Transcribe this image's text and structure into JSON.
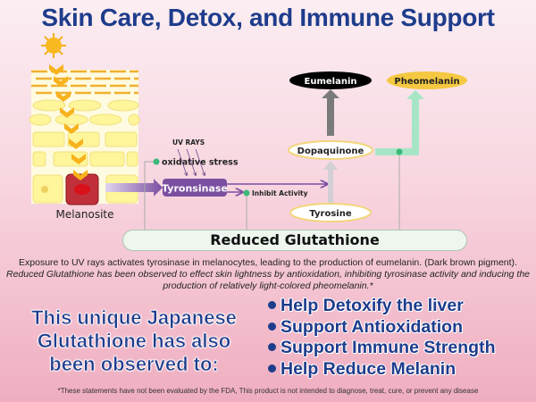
{
  "title": "Skin Care, Detox, and Immune Support",
  "diagram": {
    "melanosite": "Melanosite",
    "uv_rays": "UV RAYS",
    "oxidative_stress": "oxidative stress",
    "tyrosinase": "Tyronsinase",
    "inhibit_activity": "Inhibit Activity",
    "tyrosine": "Tyrosine",
    "dopaquinone": "Dopaquinone",
    "eumelanin": "Eumelanin",
    "pheomelanin": "Pheomelanin",
    "reduced_glutathione": "Reduced Glutathione"
  },
  "description": {
    "line1": "Exposure to UV rays activates tyrosinase in melanocytes, leading to the production of eumelanin. (Dark brown pigment).",
    "line2": "Reduced Glutathione has been observed to effect skin lightness by antioxidation, inhibiting tyrosinase activity and inducing the production of relatively light-colored pheomelanin.*"
  },
  "claim": [
    "This unique Japanese",
    "Glutathione has also",
    "been observed to:"
  ],
  "benefits": [
    "Help Detoxify the liver",
    "Support Antioxidation",
    "Support Immune Strength",
    "Help Reduce Melanin"
  ],
  "footer": "*These statements have not been evaluated by the FDA, This product is not intended to diagnose, treat, cure, or prevent any disease",
  "colors": {
    "title": "#1e3c8c",
    "tyrosinase": "#7a4fa0",
    "green": "#9fe0c0",
    "eumelanin": "#000000",
    "pheomelanin": "#f5c842"
  }
}
